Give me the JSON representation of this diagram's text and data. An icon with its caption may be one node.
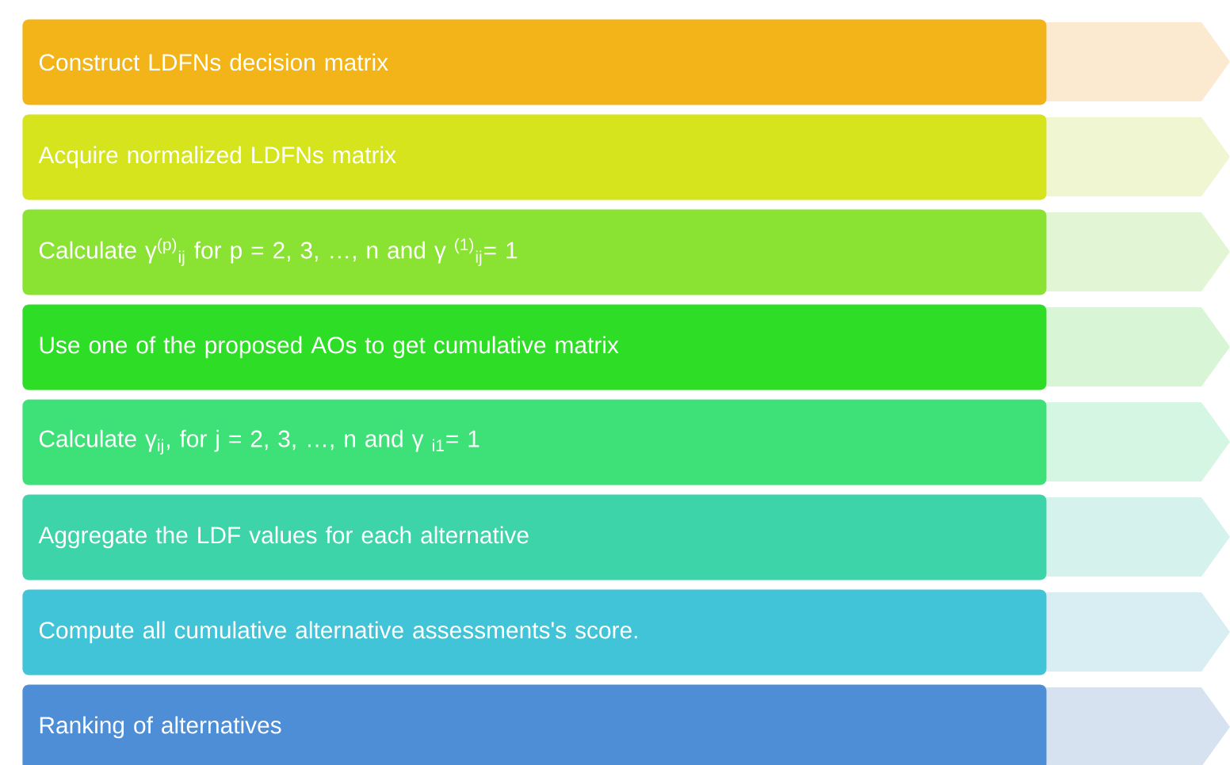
{
  "diagram": {
    "nodes": [
      {
        "text": [
          "Construct LDFNs  decision matrix"
        ]
      },
      {
        "text": [
          "Acquire normalized LDFNs matrix"
        ]
      },
      {
        "text": [
          "Calculate γ$^{(p)}$$_{ij}$   for p = 2, 3, …, n and γ $^{(1)}$$_{ij}$= 1"
        ]
      },
      {
        "text": [
          "Use one of the proposed AOs to  get cumulative matrix"
        ]
      },
      {
        "text": [
          "Calculate γ$_{ij}$,  for j = 2, 3, …, n and γ $_{i1}$= 1"
        ]
      },
      {
        "text": [
          "Aggregate the LDF values for each alternative"
        ]
      },
      {
        "text": [
          "Compute all cumulative alternative assessments's score."
        ]
      },
      {
        "text": [
          "Ranking of alternatives"
        ]
      }
    ]
  }
}
